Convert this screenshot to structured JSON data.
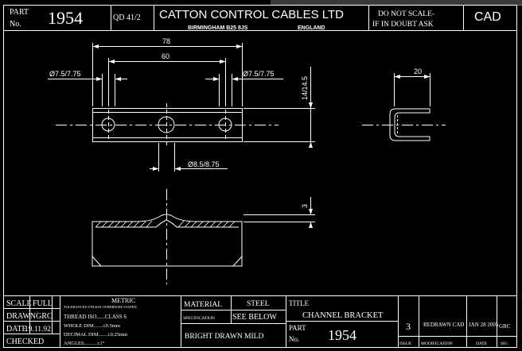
{
  "header": {
    "part_label_1": "PART",
    "part_label_2": "No.",
    "part_number": "1954",
    "qd": "QD 41/2",
    "company": "CATTON CONTROL CABLES LTD",
    "location_city": "BIRMINGHAM B25 8JS",
    "location_country": "ENGLAND",
    "scale_note_1": "DO NOT SCALE-",
    "scale_note_2": "IF IN DOUBT ASK",
    "cad": "CAD"
  },
  "dimensions": {
    "overall": "78",
    "pitch": "60",
    "hole_left": "Ø7.5/7.75",
    "hole_right": "Ø7.5/7.75",
    "height": "14/14.5",
    "center_hole": "Ø8.5/8.75",
    "side_width": "20",
    "flange": "3"
  },
  "titleblock": {
    "scale_label": "SCALE",
    "scale_value": "FULL",
    "drawn_label": "DRAWN",
    "drawn_value": "GRC",
    "date_label": "DATE",
    "date_value": "19.11.92",
    "checked_label": "CHECKED",
    "metric": "METRIC",
    "tolerance_note": "TOLERANCES UNLESS OTHERWISE STATED",
    "tol_thread": "THREAD ISO......CLASS 6",
    "tol_whole": "WHOLE DIM.......±0.5mm",
    "tol_decimal": "DECIMAL DIM.......±0.25mm",
    "tol_angles": "ANGLES..........±1°",
    "material_label": "MATERIAL",
    "material_value": "STEEL",
    "spec_label": "SPECIFICATION",
    "spec_value": "SEE BELOW",
    "finish": "BRIGHT DRAWN MILD",
    "title_label": "TITLE",
    "title_value": "CHANNEL BRACKET",
    "part_label_1": "PART",
    "part_label_2": "No.",
    "part_number": "1954",
    "issue_value": "3",
    "issue_label": "ISSUE",
    "mod_value": "REDRAWN CAD",
    "mod_label": "MODIFICATION",
    "date_value2": "JAN 28 2005",
    "date_label2": "DATE",
    "sig_value": "GRC",
    "sig_label": "SIG"
  }
}
